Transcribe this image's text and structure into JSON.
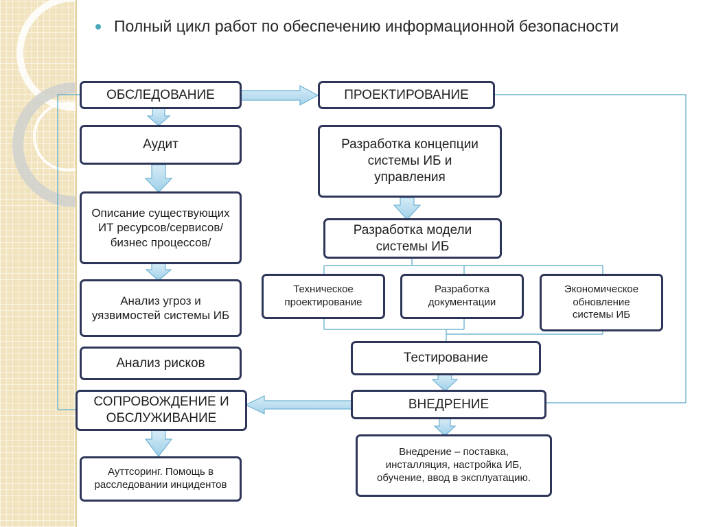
{
  "heading": "Полный цикл работ по обеспечению информационной безопасности",
  "boxes": {
    "obsledovanie": "ОБСЛЕДОВАНИЕ",
    "audit": "Аудит",
    "opisanie": "Описание существующих ИТ ресурсов/сервисов/ бизнес процессов/",
    "analiz_ugroz": "Анализ угроз и уязвимостей системы ИБ",
    "analiz_riskov": "Анализ рисков",
    "soprovozhdenie": "СОПРОВОЖДЕНИЕ И ОБСЛУЖИВАНИЕ",
    "auditing": "Ауттсоринг. Помощь в расследовании инцидентов",
    "proektirovanie": "ПРОЕКТИРОВАНИЕ",
    "razrabotka_koncepcii": "Разработка концепции системы ИБ и управления",
    "razrabotka_modeli": "Разработка модели системы ИБ",
    "tehnicheskoe": "Техническое проектирование",
    "dokumentacii": "Разработка документации",
    "ekonomicheskoe": "Экономическое обновление системы ИБ",
    "testirovanie": "Тестирование",
    "vnedrenie": "ВНЕДРЕНИЕ",
    "vnedrenie_detail": "Внедрение – поставка, инсталляция, настройка ИБ, обучение, ввод в эксплуатацию."
  },
  "colors": {
    "box_border": "#2d3559",
    "arrow_fill": "#b7dcef",
    "arrow_stroke": "#6fb2d4",
    "connector": "#58a8c8",
    "bullet": "#4aa9b9"
  }
}
